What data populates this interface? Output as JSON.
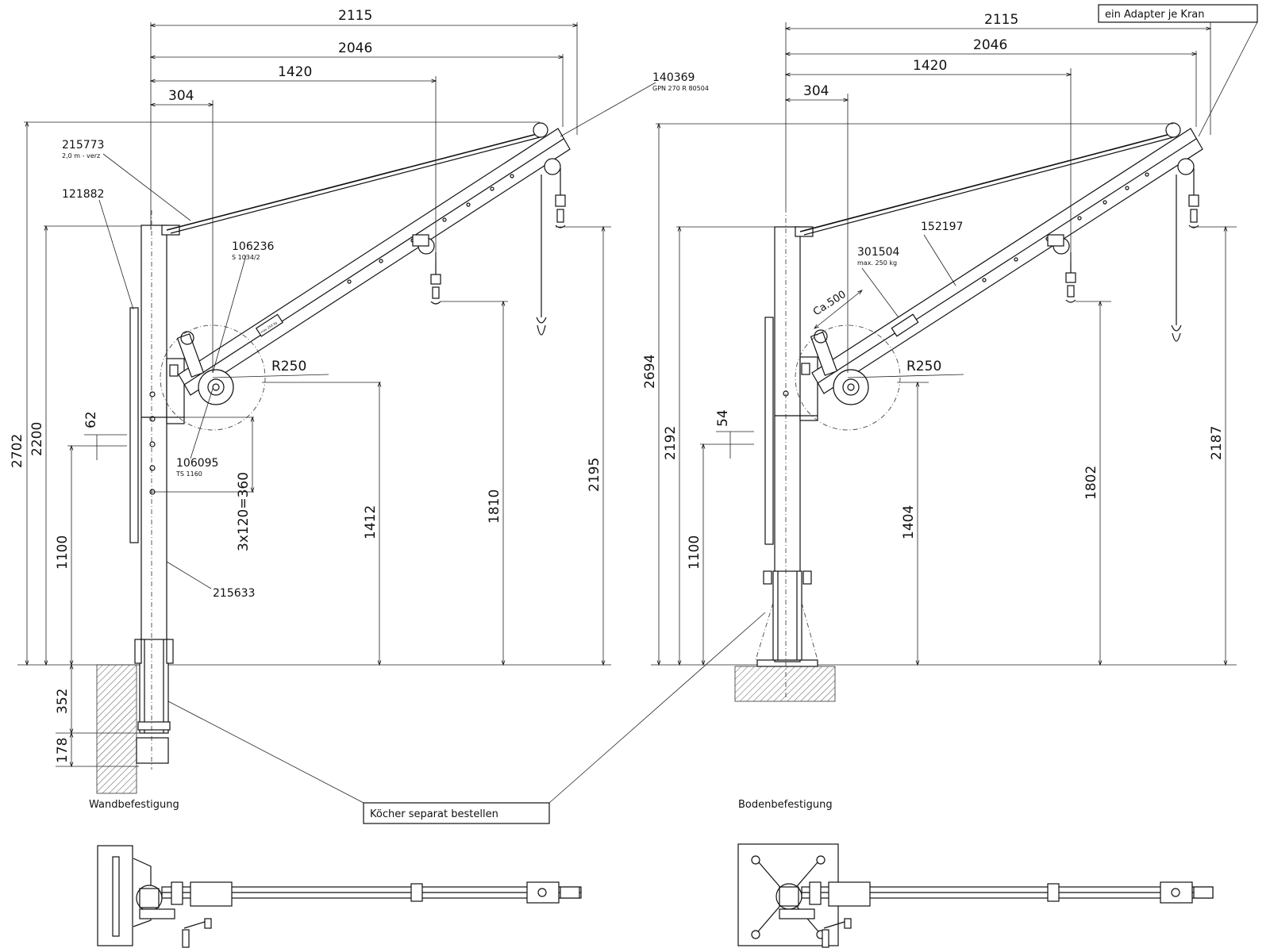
{
  "left_view": {
    "dims": {
      "w2115": "2115",
      "w2046": "2046",
      "w1420": "1420",
      "w304": "304",
      "h2702": "2702",
      "h2200": "2200",
      "h1100": "1100",
      "h352": "352",
      "h178": "178",
      "h62": "62",
      "h1412": "1412",
      "h1810": "1810",
      "h2195": "2195",
      "r250": "R250",
      "holes": "3x120=360"
    },
    "parts": {
      "p140369": "140369",
      "p140369_sub": "GPN 270 R 80504",
      "p215773": "215773",
      "p215773_sub": "2,0 m - verz",
      "p121882": "121882",
      "p106236": "106236",
      "p106236_sub": "S 1034/2",
      "p106095": "106095",
      "p106095_sub": "TS 1160",
      "p215633": "215633"
    },
    "caption": "Wandbefestigung",
    "boom_plate": "max 250 kg"
  },
  "right_view": {
    "dims": {
      "w2115": "2115",
      "w2046": "2046",
      "w1420": "1420",
      "w304": "304",
      "h2694": "2694",
      "h2192": "2192",
      "h1100": "1100",
      "h54": "54",
      "h1404": "1404",
      "h1802": "1802",
      "h2187": "2187",
      "r250": "R250",
      "ca500": "Ca.500"
    },
    "parts": {
      "p152197": "152197",
      "p301504": "301504",
      "p301504_sub": "max. 250 kg"
    },
    "caption": "Bodenbefestigung",
    "adapter_note": "ein Adapter je Kran"
  },
  "shared_note": "Köcher separat bestellen"
}
